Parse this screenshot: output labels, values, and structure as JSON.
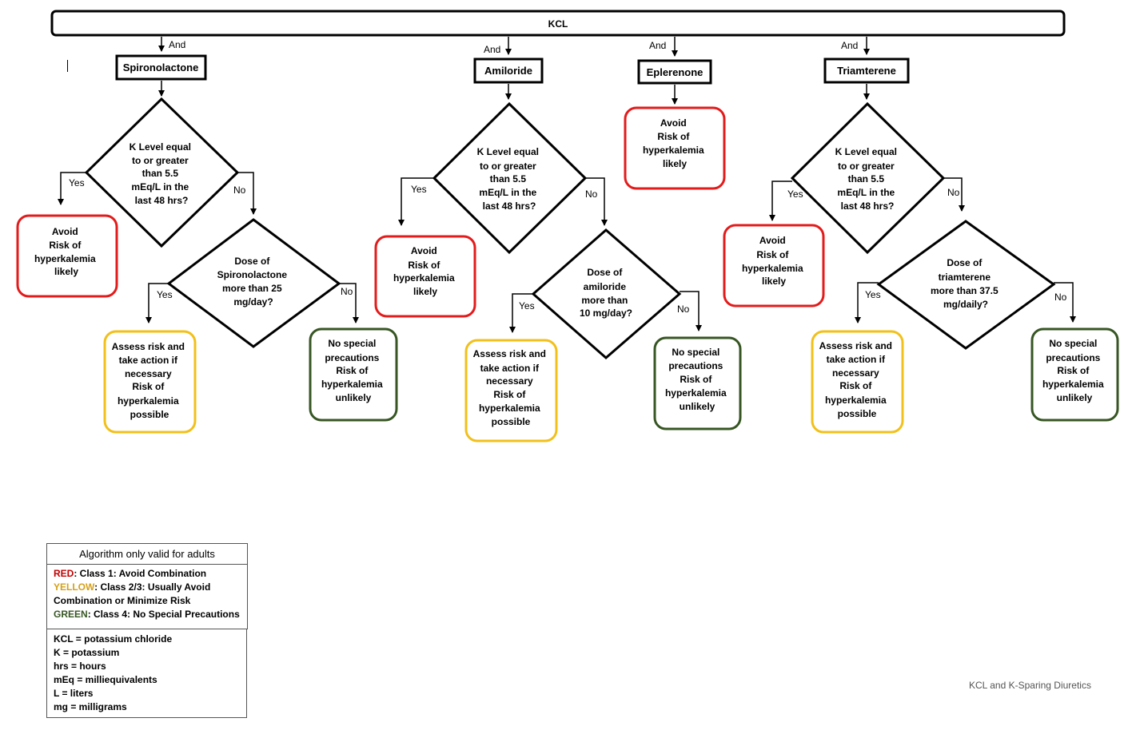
{
  "root": {
    "label": "KCL"
  },
  "edge_labels": {
    "and": "And",
    "yes": "Yes",
    "no": "No"
  },
  "drugs": [
    {
      "name": "Spironolactone"
    },
    {
      "name": "Amiloride"
    },
    {
      "name": "Eplerenone"
    },
    {
      "name": "Triamterene"
    }
  ],
  "decisions": {
    "spiro_k": [
      "K Level equal",
      "to or greater",
      "than 5.5",
      "mEq/L in the",
      "last 48 hrs?"
    ],
    "spiro_dose": [
      "Dose of",
      "Spironolactone",
      "more than 25",
      "mg/day?"
    ],
    "amil_k": [
      "K Level equal",
      "to or greater",
      "than 5.5",
      "mEq/L in the",
      "last 48 hrs?"
    ],
    "amil_dose": [
      "Dose of",
      "amiloride",
      "more than",
      "10 mg/day?"
    ],
    "tria_k": [
      "K Level equal",
      "to or greater",
      "than 5.5",
      "mEq/L in the",
      "last 48 hrs?"
    ],
    "tria_dose": [
      "Dose of",
      "triamterene",
      "more than 37.5",
      "mg/daily?"
    ]
  },
  "outcomes": {
    "avoid": [
      "Avoid",
      "Risk of",
      "hyperkalemia",
      "likely"
    ],
    "assess": [
      "Assess risk and",
      "take action if",
      "necessary",
      "Risk of",
      "hyperkalemia",
      "possible"
    ],
    "no_special": [
      "No special",
      "precautions",
      "Risk of",
      "hyperkalemia",
      "unlikely"
    ]
  },
  "colors": {
    "red": "#e31b1b",
    "yellow": "#f2c01a",
    "green": "#375623",
    "black": "#000000"
  },
  "legend": {
    "header": "Algorithm only valid for adults",
    "classes": [
      {
        "key": "RED",
        "key_color": "#c00000",
        "text": ": Class 1: Avoid Combination"
      },
      {
        "key": "YELLOW",
        "key_color": "#d4a017",
        "text": ": Class 2/3: Usually Avoid Combination or Minimize Risk"
      },
      {
        "key": "GREEN",
        "key_color": "#375623",
        "text": ": Class 4: No Special Precautions"
      }
    ],
    "abbreviations": [
      "KCL = potassium chloride",
      "K = potassium",
      "hrs = hours",
      "mEq = milliequivalents",
      "L = liters",
      "mg = milligrams"
    ]
  },
  "footer": "KCL and K-Sparing Diuretics"
}
